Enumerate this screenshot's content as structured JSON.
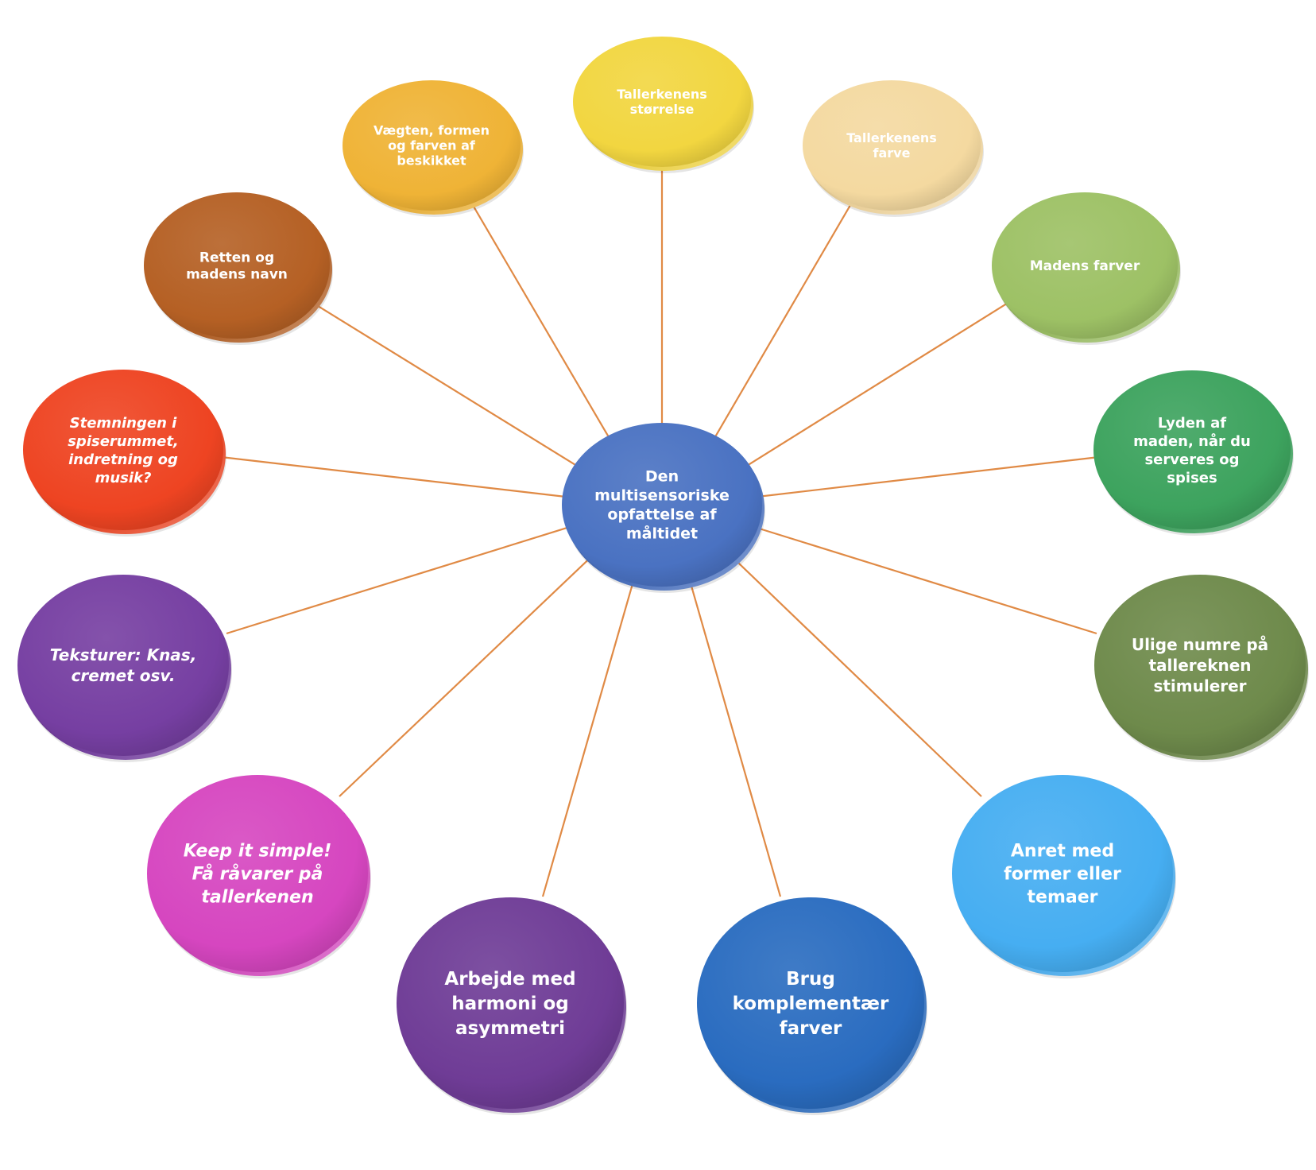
{
  "center": {
    "lines": [
      "Den",
      "multisensoriske",
      "opfattelse af",
      "måltidet"
    ],
    "color": "#4A72C2"
  },
  "nodes": [
    {
      "id": "tallerkenens-stoerrelse",
      "lines": [
        "Tallerkenens",
        "størrelse"
      ],
      "color": "#F2D640",
      "italic": false
    },
    {
      "id": "tallerkenens-farve",
      "lines": [
        "Tallerkenens",
        "farve"
      ],
      "color": "#F4D9A0",
      "italic": false
    },
    {
      "id": "madens-farver",
      "lines": [
        "Madens farver"
      ],
      "color": "#9DC165",
      "italic": false
    },
    {
      "id": "lyden-af-maden",
      "lines": [
        "Lyden af",
        "maden, når du",
        "serveres og",
        "spises"
      ],
      "color": "#3DA35E",
      "italic": false
    },
    {
      "id": "ulige-numre",
      "lines": [
        "Ulige numre på",
        "tallereknen",
        "stimulerer"
      ],
      "color": "#6E8A4B",
      "italic": false
    },
    {
      "id": "anret-med-former",
      "lines": [
        "Anret med",
        "former eller",
        "temaer"
      ],
      "color": "#46AEF2",
      "italic": false
    },
    {
      "id": "brug-komplementaer",
      "lines": [
        "Brug",
        "komplementær",
        "farver"
      ],
      "color": "#2A6CC0",
      "italic": false
    },
    {
      "id": "arbejde-med-harmoni",
      "lines": [
        "Arbejde med",
        "harmoni og",
        "asymmetri"
      ],
      "color": "#6F3C96",
      "italic": false
    },
    {
      "id": "keep-it-simple",
      "lines": [
        "Keep it simple!",
        "Få råvarer på",
        "tallerkenen"
      ],
      "color": "#D646C0",
      "italic": true
    },
    {
      "id": "teksturer",
      "lines": [
        "Teksturer: Knas,",
        "cremet osv."
      ],
      "color": "#763FA2",
      "italic": true
    },
    {
      "id": "stemningen",
      "lines": [
        "Stemningen i",
        "spiserummet,",
        "indretning og",
        "musik?"
      ],
      "color": "#EE4422",
      "italic": true
    },
    {
      "id": "retten-og-madens-navn",
      "lines": [
        "Retten og",
        "madens navn"
      ],
      "color": "#B56024",
      "italic": false
    },
    {
      "id": "vaegten-formen",
      "lines": [
        "Vægten, formen",
        "og farven af",
        "beskikket"
      ],
      "color": "#EFB336",
      "italic": false
    }
  ]
}
